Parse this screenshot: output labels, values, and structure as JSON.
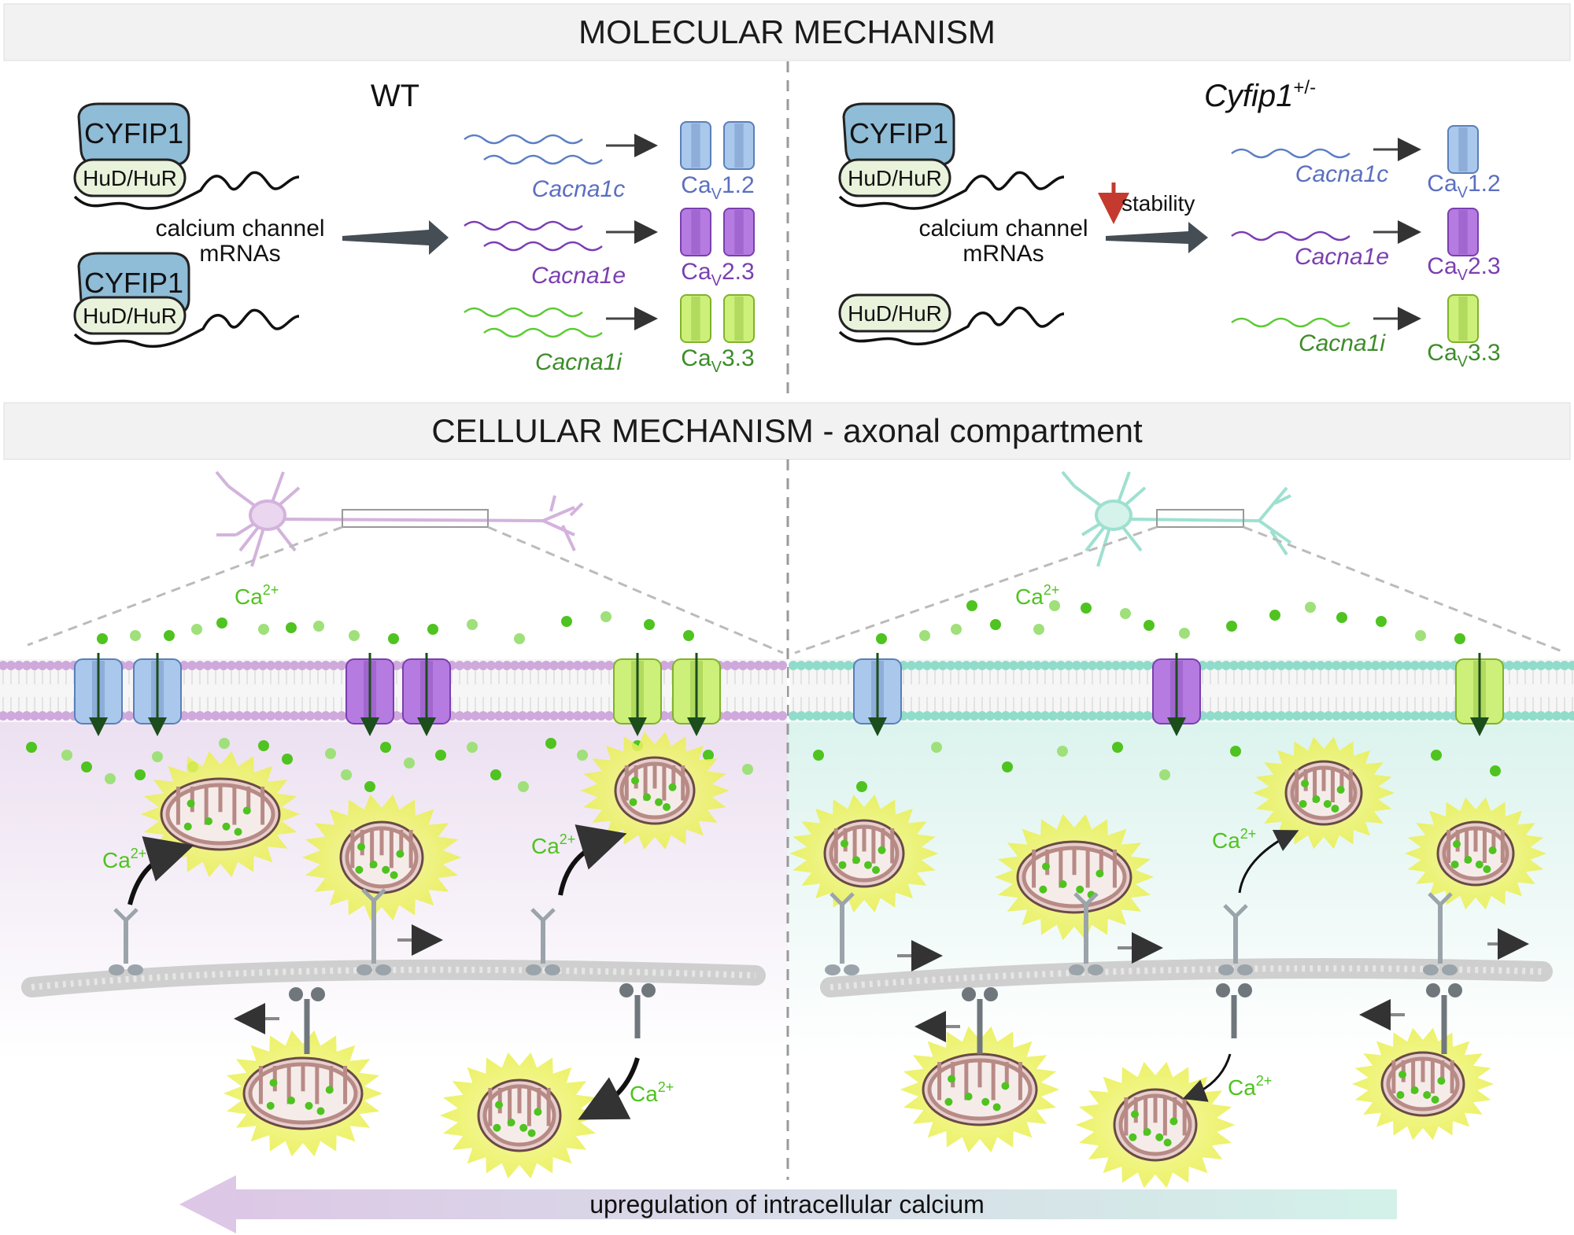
{
  "banners": {
    "molecular": "MOLECULAR MECHANISM",
    "cellular": "CELLULAR MECHANISM - axonal compartment"
  },
  "conditions": {
    "wt": "WT",
    "mutant_main": "Cyfip1",
    "mutant_sup": "+/-"
  },
  "proteins": {
    "cyfip1": "CYFIP1",
    "hud": "HuD/HuR"
  },
  "mrna_label_line1": "calcium channel",
  "mrna_label_line2": "mRNAs",
  "stability_label": "stability",
  "genes": [
    "Cacna1c",
    "Cacna1e",
    "Cacna1i"
  ],
  "channels": [
    {
      "prefix": "Ca",
      "sub": "V",
      "suffix": "1.2",
      "color": "#5b6fbf"
    },
    {
      "prefix": "Ca",
      "sub": "V",
      "suffix": "2.3",
      "color": "#7a3fb0"
    },
    {
      "prefix": "Ca",
      "sub": "V",
      "suffix": "3.3",
      "color": "#3d8c2a"
    }
  ],
  "ion": {
    "main": "Ca",
    "sup": "2+"
  },
  "bottom_arrow_label": "upregulation of intracellular calcium",
  "colors": {
    "cav12": "#a9c8ec",
    "cav23": "#b57be0",
    "cav33": "#cdf07a",
    "calcium": "#4fc31f",
    "wt_membrane": "#cfa8dc",
    "mut_membrane": "#8fdccb",
    "halo": "#eef56a",
    "mito": "#b88a86"
  }
}
